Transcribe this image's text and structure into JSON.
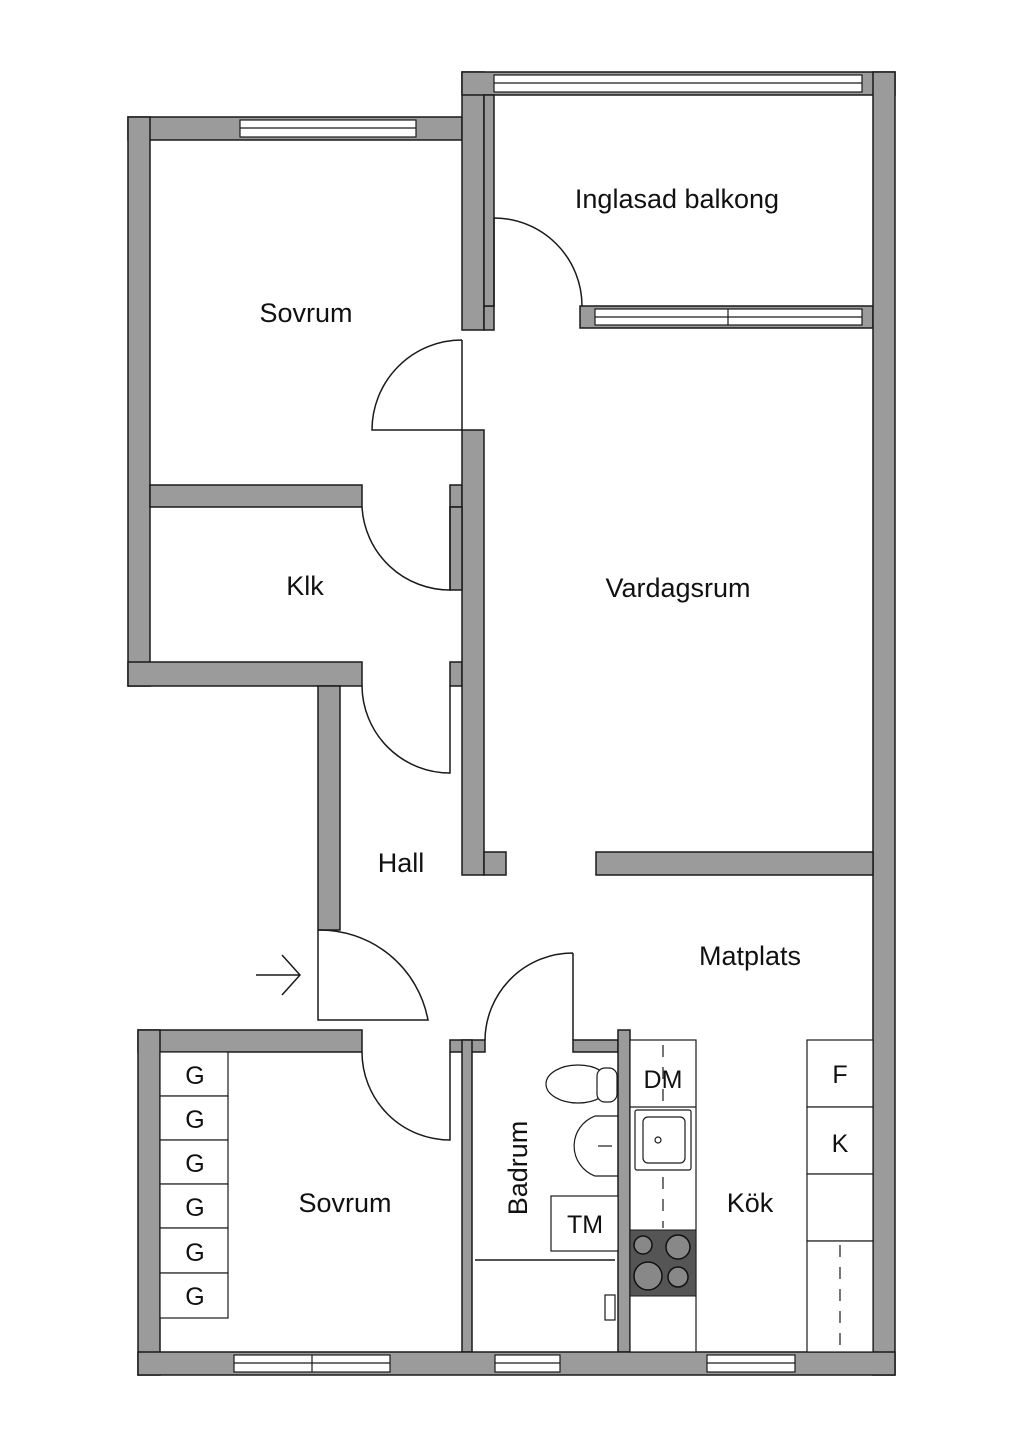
{
  "rooms": {
    "sovrum_top": "Sovrum",
    "balkong": "Inglasad balkong",
    "klk": "Klk",
    "vardagsrum": "Vardagsrum",
    "hall": "Hall",
    "matplats": "Matplats",
    "sovrum_bottom": "Sovrum",
    "badrum": "Badrum",
    "kok": "Kök"
  },
  "fixtures": {
    "wardrobes": [
      "G",
      "G",
      "G",
      "G",
      "G",
      "G"
    ],
    "dishwasher": "DM",
    "washing_machine": "TM",
    "freezer": "F",
    "fridge": "K"
  },
  "colors": {
    "wall": "#9b9b9b",
    "stove": "#555555"
  }
}
